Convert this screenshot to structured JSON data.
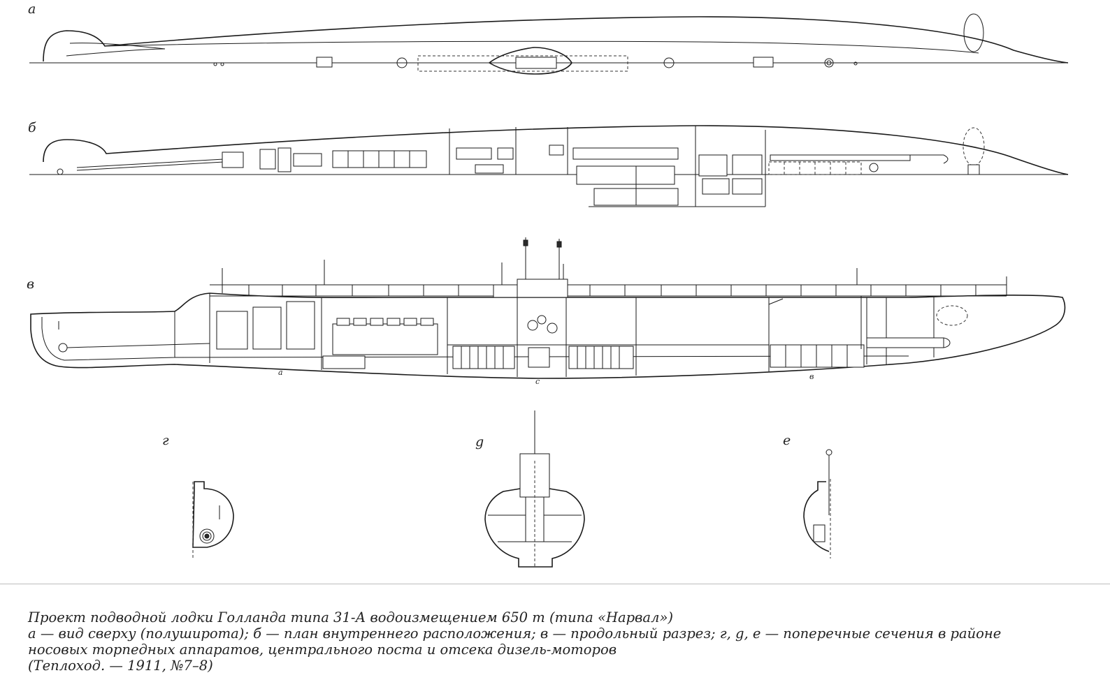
{
  "labels": {
    "view_a": "а",
    "view_b": "б",
    "view_v": "в",
    "section_g": "г",
    "section_d": "g",
    "section_e": "е"
  },
  "caption": {
    "title": "Проект подводной лодки Голланда типа 31-А водоизмещением 650 т (типа «Нарвал»)",
    "legend_line1": "а — вид сверху (полуширота); б — план внутреннего расположения; в — продольный разрез; г, g, е — поперечные сечения в районе",
    "legend_line2": "носовых торпедных аппаратов, центрального поста и отсека дизель-моторов",
    "source": "(Теплоход. — 1911, №7–8)"
  },
  "markers": {
    "a": "а",
    "c": "с",
    "b": "в"
  }
}
